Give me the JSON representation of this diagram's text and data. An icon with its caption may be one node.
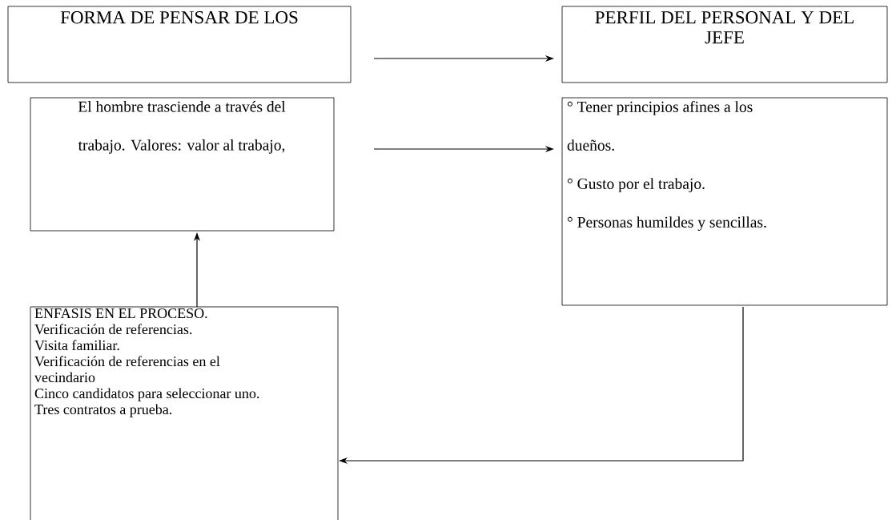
{
  "diagram": {
    "nodes": [
      {
        "text": [
          "FORMA DE PENSAR DE LOS"
        ]
      },
      {
        "text": [
          "PERFIL DEL PERSONAL Y DEL JEFE"
        ]
      },
      {
        "text": [
          "El hombre trasciende a través del trabajo. Valores: valor al trabajo,"
        ]
      },
      {
        "text": [
          "° Tener principios afines a los dueños.",
          "° Gusto por el trabajo.",
          "° Personas humildes y sencillas."
        ]
      },
      {
        "text": [
          "ENFASIS EN EL PROCESO.",
          "Verificación de referencias.",
          "Visita familiar.",
          "Verificación de referencias en el vecindario",
          "Cinco candidatos para seleccionar uno.",
          "Tres contratos a prueba."
        ]
      }
    ],
    "edges": [
      {
        "from": 0,
        "to": 1,
        "arrow": "to"
      },
      {
        "from": 2,
        "to": 3,
        "arrow": "to"
      },
      {
        "from": 4,
        "to": 2,
        "arrow": "to"
      },
      {
        "from": 3,
        "to": 4,
        "arrow": "to"
      }
    ]
  }
}
